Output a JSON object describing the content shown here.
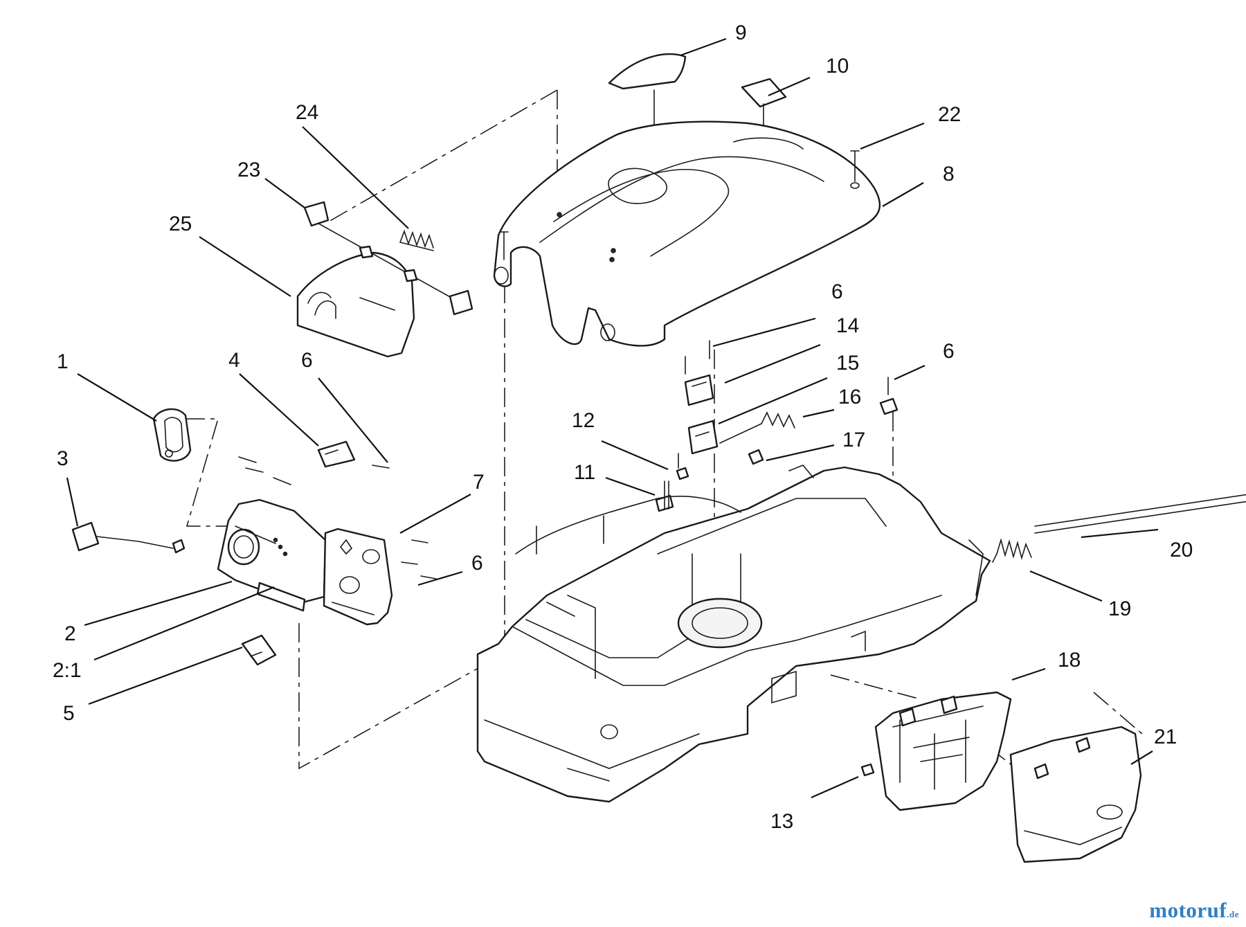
{
  "callouts": [
    {
      "label": "1"
    },
    {
      "label": "2"
    },
    {
      "label": "2:1"
    },
    {
      "label": "3"
    },
    {
      "label": "4"
    },
    {
      "label": "5"
    },
    {
      "label": "6"
    },
    {
      "label": "6"
    },
    {
      "label": "6"
    },
    {
      "label": "6"
    },
    {
      "label": "7"
    },
    {
      "label": "8"
    },
    {
      "label": "9"
    },
    {
      "label": "10"
    },
    {
      "label": "11"
    },
    {
      "label": "12"
    },
    {
      "label": "13"
    },
    {
      "label": "14"
    },
    {
      "label": "15"
    },
    {
      "label": "16"
    },
    {
      "label": "17"
    },
    {
      "label": "18"
    },
    {
      "label": "19"
    },
    {
      "label": "20"
    },
    {
      "label": "21"
    },
    {
      "label": "22"
    },
    {
      "label": "23"
    },
    {
      "label": "24"
    },
    {
      "label": "25"
    }
  ],
  "watermark": {
    "text": "motoruf",
    "suffix": ".de"
  },
  "colors": {
    "line": "#1a1a1a",
    "watermark": "#2f7fc4",
    "background": "#ffffff"
  }
}
